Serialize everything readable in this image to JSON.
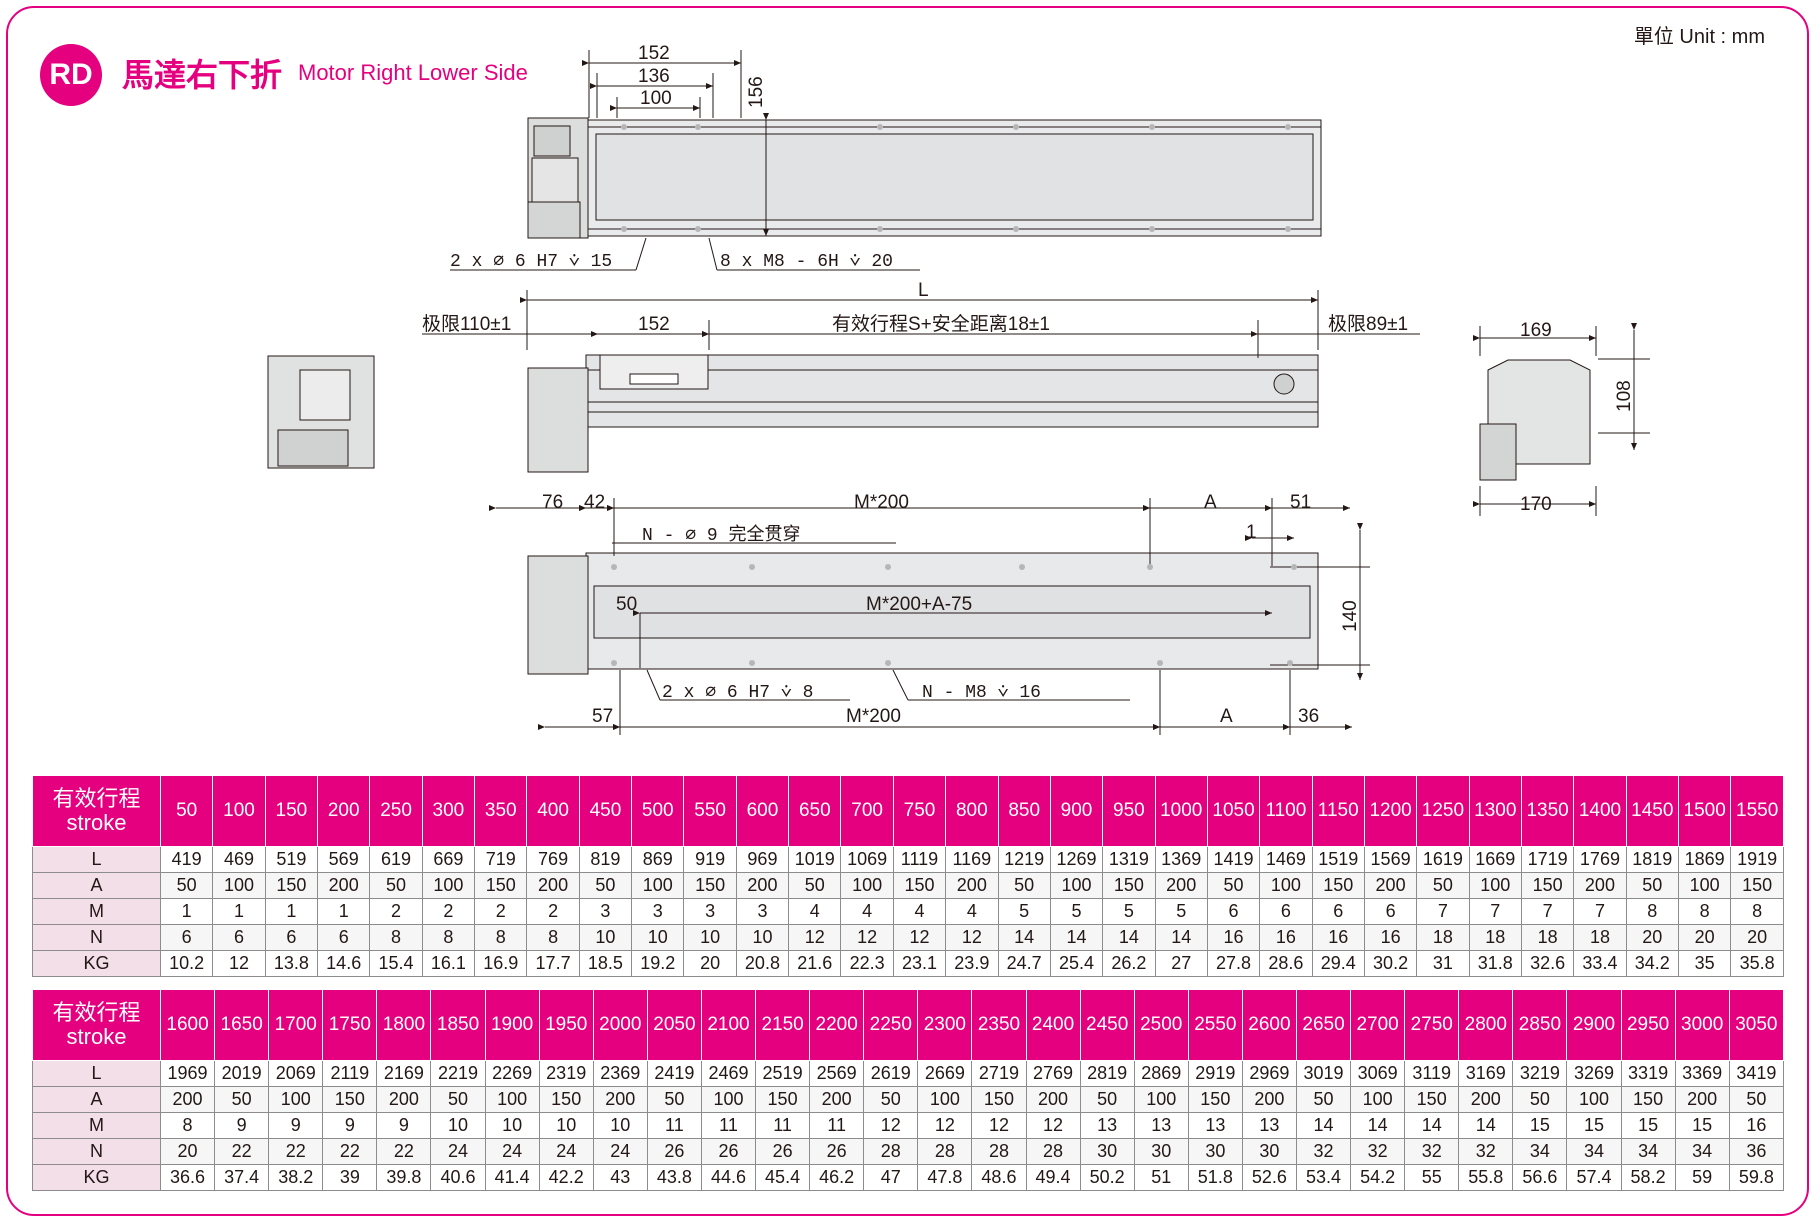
{
  "header": {
    "badge": "RD",
    "title_cn": "馬達右下折",
    "title_en": "Motor Right Lower Side",
    "unit": "單位 Unit : mm"
  },
  "dims": {
    "top_152": "152",
    "top_136": "136",
    "top_100": "100",
    "top_156": "156",
    "pin_note": "2 x ∅ 6 H7 ⩒ 15",
    "screw_note": "8 x  M8 - 6H ⩒ 20",
    "L": "L",
    "limit_left": "极限110±1",
    "mid_152": "152",
    "effective": "有效行程S+安全距离18±1",
    "limit_right": "极限89±1",
    "side_169": "169",
    "side_108": "108",
    "side_170": "170",
    "bot_76": "76",
    "bot_42": "42",
    "bot_m200_top": "M*200",
    "bot_A_top": "A",
    "bot_51": "51",
    "hole_note": "N - ∅ 9 完全贯穿",
    "bot_1": "1",
    "bot_50": "50",
    "bot_m200a75": "M*200+A-75",
    "bot_140": "140",
    "pin_note2": "2 x ∅ 6 H7 ⩒ 8",
    "screw_note2": "N - M8 ⩒ 16",
    "bot_57": "57",
    "bot_m200_bottom": "M*200",
    "bot_A_bottom": "A",
    "bot_36": "36"
  },
  "table1": {
    "head_cn": "有效行程",
    "head_en": "stroke",
    "strokes": [
      "50",
      "100",
      "150",
      "200",
      "250",
      "300",
      "350",
      "400",
      "450",
      "500",
      "550",
      "600",
      "650",
      "700",
      "750",
      "800",
      "850",
      "900",
      "950",
      "1000",
      "1050",
      "1100",
      "1150",
      "1200",
      "1250",
      "1300",
      "1350",
      "1400",
      "1450",
      "1500",
      "1550"
    ],
    "rows": [
      {
        "label": "L",
        "values": [
          "419",
          "469",
          "519",
          "569",
          "619",
          "669",
          "719",
          "769",
          "819",
          "869",
          "919",
          "969",
          "1019",
          "1069",
          "1119",
          "1169",
          "1219",
          "1269",
          "1319",
          "1369",
          "1419",
          "1469",
          "1519",
          "1569",
          "1619",
          "1669",
          "1719",
          "1769",
          "1819",
          "1869",
          "1919"
        ]
      },
      {
        "label": "A",
        "values": [
          "50",
          "100",
          "150",
          "200",
          "50",
          "100",
          "150",
          "200",
          "50",
          "100",
          "150",
          "200",
          "50",
          "100",
          "150",
          "200",
          "50",
          "100",
          "150",
          "200",
          "50",
          "100",
          "150",
          "200",
          "50",
          "100",
          "150",
          "200",
          "50",
          "100",
          "150"
        ]
      },
      {
        "label": "M",
        "values": [
          "1",
          "1",
          "1",
          "1",
          "2",
          "2",
          "2",
          "2",
          "3",
          "3",
          "3",
          "3",
          "4",
          "4",
          "4",
          "4",
          "5",
          "5",
          "5",
          "5",
          "6",
          "6",
          "6",
          "6",
          "7",
          "7",
          "7",
          "7",
          "8",
          "8",
          "8"
        ]
      },
      {
        "label": "N",
        "values": [
          "6",
          "6",
          "6",
          "6",
          "8",
          "8",
          "8",
          "8",
          "10",
          "10",
          "10",
          "10",
          "12",
          "12",
          "12",
          "12",
          "14",
          "14",
          "14",
          "14",
          "16",
          "16",
          "16",
          "16",
          "18",
          "18",
          "18",
          "18",
          "20",
          "20",
          "20"
        ]
      },
      {
        "label": "KG",
        "values": [
          "10.2",
          "12",
          "13.8",
          "14.6",
          "15.4",
          "16.1",
          "16.9",
          "17.7",
          "18.5",
          "19.2",
          "20",
          "20.8",
          "21.6",
          "22.3",
          "23.1",
          "23.9",
          "24.7",
          "25.4",
          "26.2",
          "27",
          "27.8",
          "28.6",
          "29.4",
          "30.2",
          "31",
          "31.8",
          "32.6",
          "33.4",
          "34.2",
          "35",
          "35.8"
        ]
      }
    ]
  },
  "table2": {
    "head_cn": "有效行程",
    "head_en": "stroke",
    "strokes": [
      "1600",
      "1650",
      "1700",
      "1750",
      "1800",
      "1850",
      "1900",
      "1950",
      "2000",
      "2050",
      "2100",
      "2150",
      "2200",
      "2250",
      "2300",
      "2350",
      "2400",
      "2450",
      "2500",
      "2550",
      "2600",
      "2650",
      "2700",
      "2750",
      "2800",
      "2850",
      "2900",
      "2950",
      "3000",
      "3050"
    ],
    "rows": [
      {
        "label": "L",
        "values": [
          "1969",
          "2019",
          "2069",
          "2119",
          "2169",
          "2219",
          "2269",
          "2319",
          "2369",
          "2419",
          "2469",
          "2519",
          "2569",
          "2619",
          "2669",
          "2719",
          "2769",
          "2819",
          "2869",
          "2919",
          "2969",
          "3019",
          "3069",
          "3119",
          "3169",
          "3219",
          "3269",
          "3319",
          "3369",
          "3419"
        ]
      },
      {
        "label": "A",
        "values": [
          "200",
          "50",
          "100",
          "150",
          "200",
          "50",
          "100",
          "150",
          "200",
          "50",
          "100",
          "150",
          "200",
          "50",
          "100",
          "150",
          "200",
          "50",
          "100",
          "150",
          "200",
          "50",
          "100",
          "150",
          "200",
          "50",
          "100",
          "150",
          "200",
          "50"
        ]
      },
      {
        "label": "M",
        "values": [
          "8",
          "9",
          "9",
          "9",
          "9",
          "10",
          "10",
          "10",
          "10",
          "11",
          "11",
          "11",
          "11",
          "12",
          "12",
          "12",
          "12",
          "13",
          "13",
          "13",
          "13",
          "14",
          "14",
          "14",
          "14",
          "15",
          "15",
          "15",
          "15",
          "16"
        ]
      },
      {
        "label": "N",
        "values": [
          "20",
          "22",
          "22",
          "22",
          "22",
          "24",
          "24",
          "24",
          "24",
          "26",
          "26",
          "26",
          "26",
          "28",
          "28",
          "28",
          "28",
          "30",
          "30",
          "30",
          "30",
          "32",
          "32",
          "32",
          "32",
          "34",
          "34",
          "34",
          "34",
          "36"
        ]
      },
      {
        "label": "KG",
        "values": [
          "36.6",
          "37.4",
          "38.2",
          "39",
          "39.8",
          "40.6",
          "41.4",
          "42.2",
          "43",
          "43.8",
          "44.6",
          "45.4",
          "46.2",
          "47",
          "47.8",
          "48.6",
          "49.4",
          "50.2",
          "51",
          "51.8",
          "52.6",
          "53.4",
          "54.2",
          "55",
          "55.8",
          "56.6",
          "57.4",
          "58.2",
          "59",
          "59.8"
        ]
      }
    ]
  }
}
